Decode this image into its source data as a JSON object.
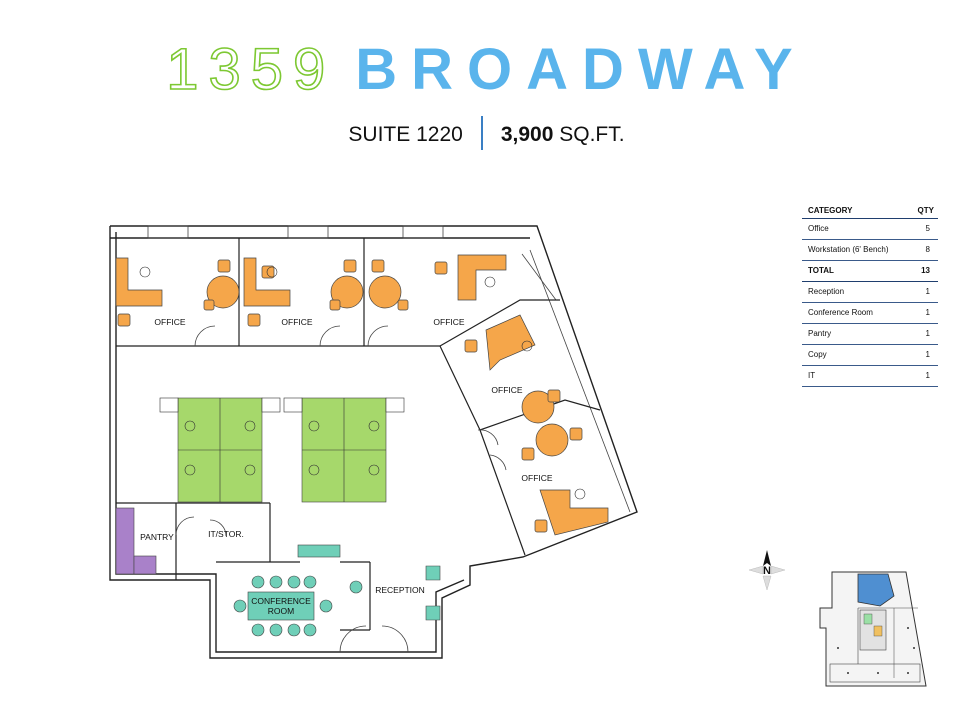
{
  "header": {
    "number": "1359",
    "street": "BROADWAY",
    "suite": "SUITE 1220",
    "area_value": "3,900",
    "area_unit": "SQ.FT."
  },
  "colors": {
    "number_outline": "#7dc832",
    "street": "#5ab4ec",
    "divider": "#3a7fc4",
    "office_furniture": "#f5a64a",
    "workstation": "#a6d86b",
    "conference": "#6fcfb8",
    "pantry": "#a981c9",
    "keymap_highlight": "#4f8fd1"
  },
  "rooms": {
    "office_1": "OFFICE",
    "office_2": "OFFICE",
    "office_3": "OFFICE",
    "office_4": "OFFICE",
    "office_5": "OFFICE",
    "pantry": "PANTRY",
    "it": "IT/STOR.",
    "conference_line1": "CONFERENCE",
    "conference_line2": "ROOM",
    "reception": "RECEPTION"
  },
  "table": {
    "col_category": "CATEGORY",
    "col_qty": "QTY",
    "rows": [
      {
        "category": "Office",
        "qty": "5"
      },
      {
        "category": "Workstation (6' Bench)",
        "qty": "8"
      },
      {
        "category": "TOTAL",
        "qty": "13"
      },
      {
        "category": "Reception",
        "qty": "1"
      },
      {
        "category": "Conference Room",
        "qty": "1"
      },
      {
        "category": "Pantry",
        "qty": "1"
      },
      {
        "category": "Copy",
        "qty": "1"
      },
      {
        "category": "IT",
        "qty": "1"
      }
    ]
  },
  "compass": {
    "label": "N"
  }
}
